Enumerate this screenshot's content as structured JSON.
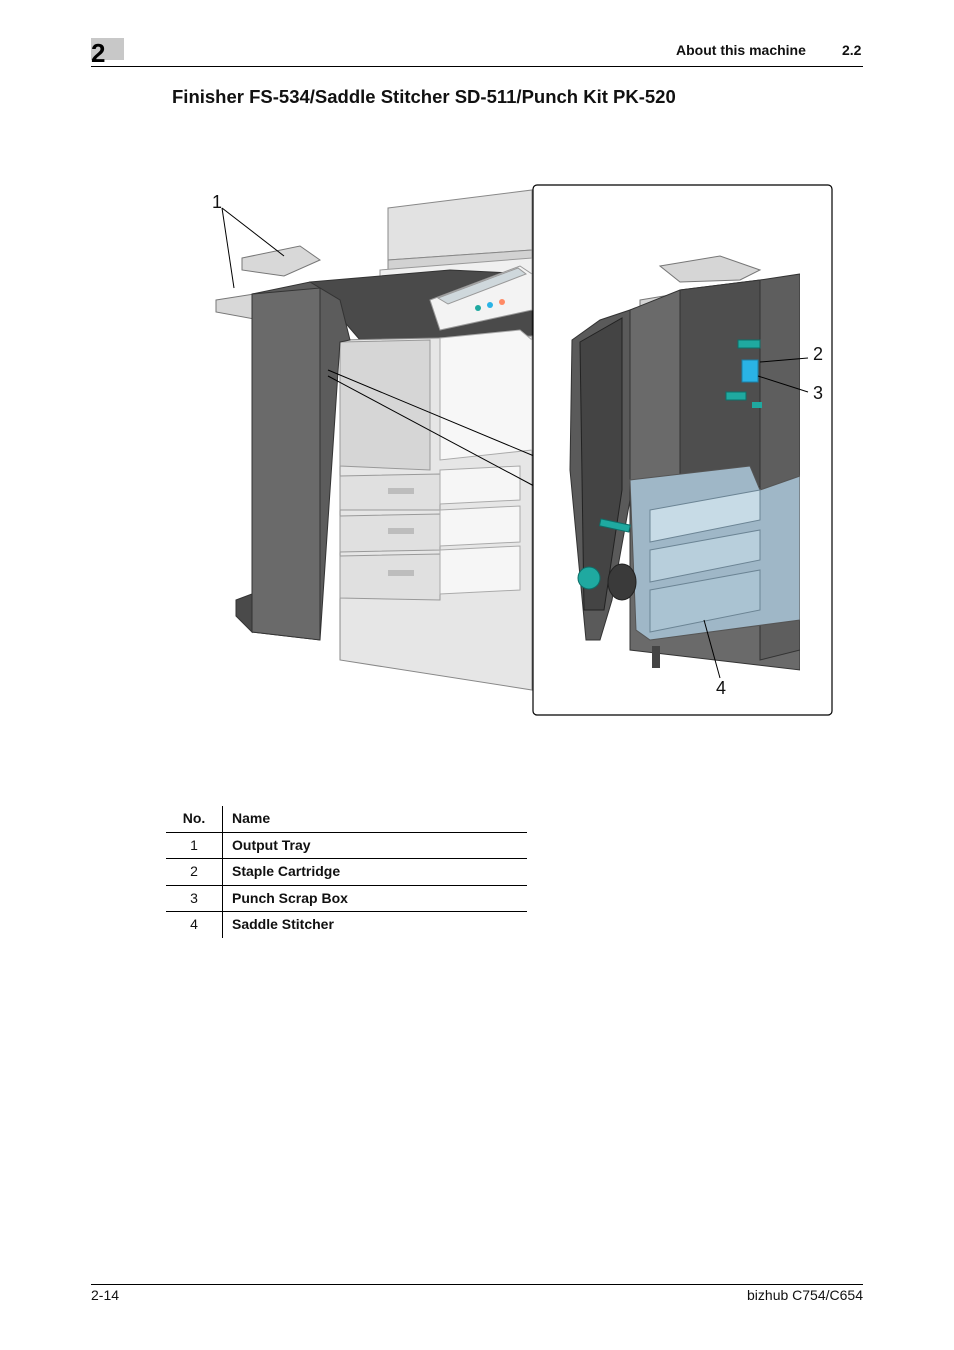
{
  "header": {
    "chapter_number": "2",
    "title": "About this machine",
    "section": "2.2"
  },
  "page_title": "Finisher FS-534/Saddle Stitcher SD-511/Punch Kit PK-520",
  "figure": {
    "callouts": [
      "1",
      "2",
      "3",
      "4"
    ]
  },
  "table": {
    "headers": {
      "no": "No.",
      "name": "Name"
    },
    "rows": [
      {
        "no": "1",
        "name": "Output Tray"
      },
      {
        "no": "2",
        "name": "Staple Cartridge"
      },
      {
        "no": "3",
        "name": "Punch Scrap Box"
      },
      {
        "no": "4",
        "name": "Saddle Stitcher"
      }
    ]
  },
  "footer": {
    "page": "2-14",
    "model": "bizhub C754/C654"
  },
  "colors": {
    "accent_teal": "#1fa9a0",
    "staple_blue": "#2ab3e6",
    "chapter_tab": "#c8c8c8"
  }
}
